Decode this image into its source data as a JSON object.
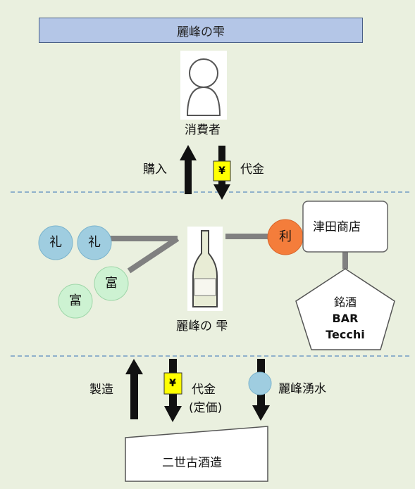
{
  "title": "麗峰の雫",
  "consumer": {
    "label": "消費者"
  },
  "top_flow": {
    "purchase": "購入",
    "payment": "代金",
    "yen": "¥"
  },
  "sake": {
    "label": "麗峰の 雫"
  },
  "shops": {
    "rei": [
      "礼",
      "礼"
    ],
    "tomi": [
      "富",
      "富"
    ],
    "ri": "利",
    "tsuda": "津田商店"
  },
  "bar": {
    "line1": "銘酒",
    "line2": "BAR",
    "line3": "Tecchi"
  },
  "bottom_flow": {
    "manufacture": "製造",
    "payment": "代金",
    "payment_note": "(定価)",
    "yen": "¥",
    "water": "麗峰湧水"
  },
  "brewery": {
    "label": "二世古酒造"
  },
  "colors": {
    "background": "#eaf0df",
    "header": "#b4c6e7",
    "rei_circle": "#9fcde0",
    "tomi_circle": "#cdf2d2",
    "ri_circle": "#f47d3b",
    "yen_box": "#ffff00",
    "water_circle": "#9fcde0"
  }
}
